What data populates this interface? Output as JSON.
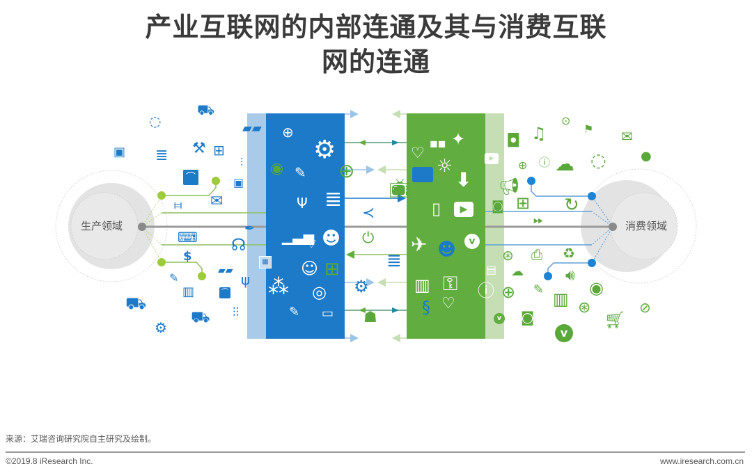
{
  "title": {
    "line1": "产业互联网的内部连通及其与消费互联",
    "line2": "网的连通"
  },
  "diagram": {
    "left_node": {
      "label": "生产领域",
      "color": "#e0e0e0"
    },
    "right_node": {
      "label": "消费领域",
      "color": "#e0e0e0"
    },
    "colors": {
      "industrial_blue": "#1c7ac9",
      "industrial_blue_light": "#9cc4e6",
      "consumer_green": "#62ad3f",
      "consumer_green_light": "#c5deb4",
      "left_dot": "#9ccb3c",
      "right_dot": "#1c84d6",
      "center_line": "#8a8a8a"
    },
    "icons": {
      "left_cluster": [
        "ring-icon",
        "cart-scale-icon",
        "id-card-icon",
        "pan-flute-icon",
        "crane-icon",
        "medical-kit-icon",
        "equalizer-icon",
        "rss-icon",
        "id-card-icon",
        "sliders-icon",
        "envelope-icon",
        "laptop-icon",
        "headset-icon",
        "dollar-icon",
        "gold-bars-icon",
        "brush-icon",
        "tuning-fork-icon",
        "building-icon",
        "rss-icon",
        "truck-icon",
        "cart-scale-icon",
        "equalizer-icon",
        "gear-icon",
        "calendar-icon",
        "pen-nib-icon"
      ],
      "blue_panel": [
        "upload-icon",
        "gear-icon",
        "target-icon",
        "pushpin-icon",
        "globe-icon",
        "antenna-icon",
        "pan-flute-icon",
        "signal-bars-icon",
        "wifi-icon",
        "head-idea-icon",
        "worker-icon",
        "gift-icon",
        "molecule-icon",
        "compass-icon",
        "brush-icon",
        "graduation-cap-icon"
      ],
      "middle_gap": [
        "tv-icon",
        "share-icon",
        "power-icon",
        "pan-flute-icon",
        "gear-icon",
        "user-icon"
      ],
      "green_panel": [
        "heart-icon",
        "binoculars-icon",
        "twitter-icon",
        "truck-icon",
        "lightbulb-icon",
        "download-icon",
        "tablet-icon",
        "play-icon",
        "airplane-icon",
        "head-idea-icon",
        "vimeo-icon",
        "map-icon",
        "key-icon",
        "link-icon",
        "heart-icon",
        "youtube-icon",
        "news-icon",
        "info-icon",
        "vimeo-icon"
      ],
      "right_cluster": [
        "instagram-icon",
        "music-icon",
        "forward-icon",
        "flag-icon",
        "envelope-icon",
        "globe-icon",
        "info-icon",
        "chat-icon",
        "ring-icon",
        "drop-icon",
        "megaphone-icon",
        "gift-icon",
        "stop-icon",
        "refresh-icon",
        "fast-forward-icon",
        "dribbble-icon",
        "printer-icon",
        "recycle-icon",
        "chat-icon",
        "speaker-icon",
        "globe-icon",
        "pen-icon",
        "map-icon",
        "target-icon",
        "lifebuoy-icon",
        "compass-icon",
        "stop-icon",
        "vimeo-icon",
        "cart-icon"
      ]
    }
  },
  "footer": {
    "source": "来源：艾瑞咨询研究院自主研究及绘制。",
    "copyright": "©2019.8 iResearch Inc.",
    "website": "www.iresearch.com.cn"
  }
}
